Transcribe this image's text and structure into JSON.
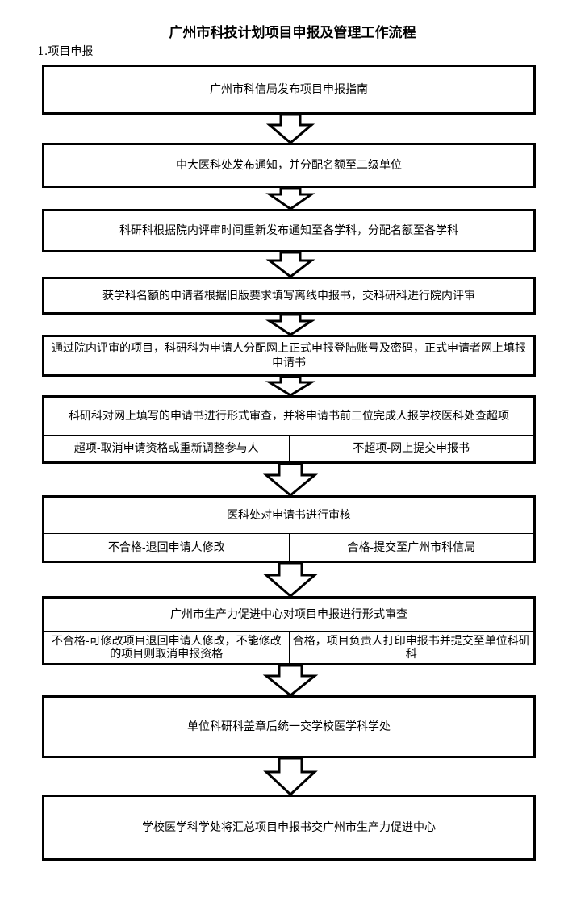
{
  "title": "广州市科技计划项目申报及管理工作流程",
  "section": "1.项目申报",
  "steps": [
    {
      "text": "广州市科信局发布项目申报指南"
    },
    {
      "text": "中大医科处发布通知，并分配名额至二级单位"
    },
    {
      "text": "科研科根据院内评审时间重新发布通知至各学科，分配名额至各学科"
    },
    {
      "text": "获学科名额的申请者根据旧版要求填写离线申报书，交科研科进行院内评审"
    },
    {
      "text": "通过院内评审的项目，科研科为申请人分配网上正式申报登陆账号及密码，正式申请者网上填报申请书"
    },
    {
      "text": "科研科对网上填写的申请书进行形式审查，并将申请书前三位完成人报学校医科处查超项",
      "left": "超项-取消申请资格或重新调整参与人",
      "right": "不超项-网上提交申报书"
    },
    {
      "text": "医科处对申请书进行审核",
      "left": "不合格-退回申请人修改",
      "right": "合格-提交至广州市科信局"
    },
    {
      "text": "广州市生产力促进中心对项目申报进行形式审查",
      "left": "不合格-可修改项目退回申请人修改，不能修改的项目则取消申报资格",
      "right": "合格，项目负责人打印申报书并提交至单位科研科"
    },
    {
      "text": "单位科研科盖章后统一交学校医学科学处"
    },
    {
      "text": "学校医学科学处将汇总项目申报书交广州市生产力促进中心"
    }
  ]
}
